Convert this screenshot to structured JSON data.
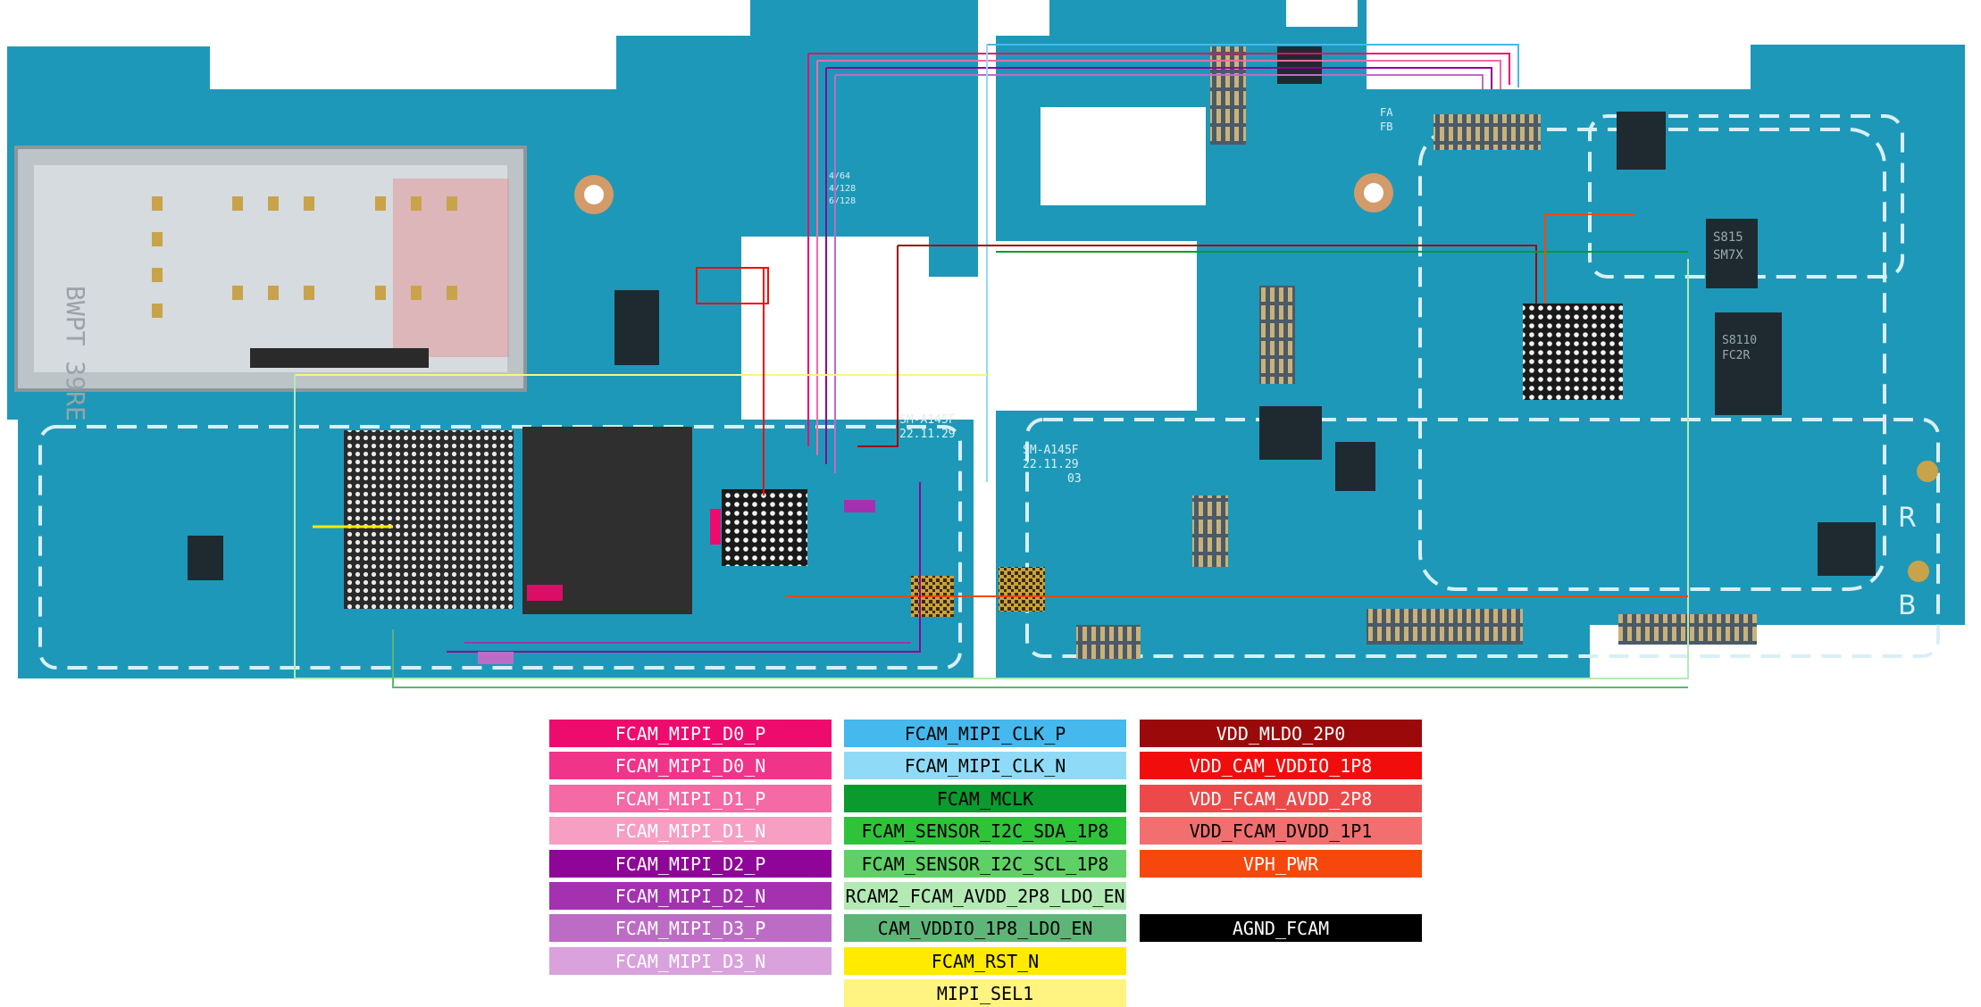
{
  "board": {
    "model_left": "SM-A145F",
    "date_left": "22.11.29",
    "model_right": "SM-A145F",
    "date_right": "22.11.29",
    "code_right": "03",
    "chip_text_1": "S815",
    "chip_text_2": "SM7X",
    "chip_text_3": "S8110",
    "chip_text_4": "FC2R",
    "sim_text": "BWPT 39RE",
    "mark_r": "R",
    "mark_b": "B",
    "fa_label": "FA",
    "fb_label": "FB",
    "small_labels": [
      "4/64",
      "4/128",
      "6/128"
    ]
  },
  "legend": {
    "columns": [
      [
        {
          "label": "FCAM_MIPI_D0_P",
          "bg": "#ee0b6e",
          "fg": "#ffffff"
        },
        {
          "label": "FCAM_MIPI_D0_N",
          "bg": "#f0348a",
          "fg": "#ffffff"
        },
        {
          "label": "FCAM_MIPI_D1_P",
          "bg": "#f36aa5",
          "fg": "#ffffff"
        },
        {
          "label": "FCAM_MIPI_D1_N",
          "bg": "#f69fc3",
          "fg": "#ffffff"
        },
        {
          "label": "FCAM_MIPI_D2_P",
          "bg": "#8e0597",
          "fg": "#ffffff"
        },
        {
          "label": "FCAM_MIPI_D2_N",
          "bg": "#a431b0",
          "fg": "#ffffff"
        },
        {
          "label": "FCAM_MIPI_D3_P",
          "bg": "#bd6cc6",
          "fg": "#ffffff"
        },
        {
          "label": "FCAM_MIPI_D3_N",
          "bg": "#d9a2dd",
          "fg": "#ffffff"
        }
      ],
      [
        {
          "label": "FCAM_MIPI_CLK_P",
          "bg": "#45b8ee",
          "fg": "#000000"
        },
        {
          "label": "FCAM_MIPI_CLK_N",
          "bg": "#8fdbf7",
          "fg": "#000000"
        },
        {
          "label": "FCAM_MCLK",
          "bg": "#0b9a2e",
          "fg": "#000000"
        },
        {
          "label": "FCAM_SENSOR_I2C_SDA_1P8",
          "bg": "#2fc33a",
          "fg": "#000000"
        },
        {
          "label": "FCAM_SENSOR_I2C_SCL_1P8",
          "bg": "#5fd065",
          "fg": "#000000"
        },
        {
          "label": "RCAM2_FCAM_AVDD_2P8_LDO_EN",
          "bg": "#b3eab4",
          "fg": "#000000"
        },
        {
          "label": "CAM_VDDIO_1P8_LDO_EN",
          "bg": "#5eb578",
          "fg": "#000000"
        },
        {
          "label": "FCAM_RST_N",
          "bg": "#ffea00",
          "fg": "#000000"
        },
        {
          "label": "MIPI_SEL1",
          "bg": "#fff381",
          "fg": "#000000"
        }
      ],
      [
        {
          "label": "VDD_MLDO_2P0",
          "bg": "#9b0a0a",
          "fg": "#ffffff"
        },
        {
          "label": "VDD_CAM_VDDIO_1P8",
          "bg": "#f20d0d",
          "fg": "#ffffff"
        },
        {
          "label": "VDD_FCAM_AVDD_2P8",
          "bg": "#ec4a4a",
          "fg": "#ffffff"
        },
        {
          "label": "VDD_FCAM_DVDD_1P1",
          "bg": "#f16f6f",
          "fg": "#000000"
        },
        {
          "label": "VPH_PWR",
          "bg": "#f6480c",
          "fg": "#ffffff"
        },
        {
          "label": "",
          "bg": "#ffffff",
          "fg": "#000000"
        },
        {
          "label": "AGND_FCAM",
          "bg": "#000000",
          "fg": "#ffffff"
        }
      ]
    ]
  }
}
